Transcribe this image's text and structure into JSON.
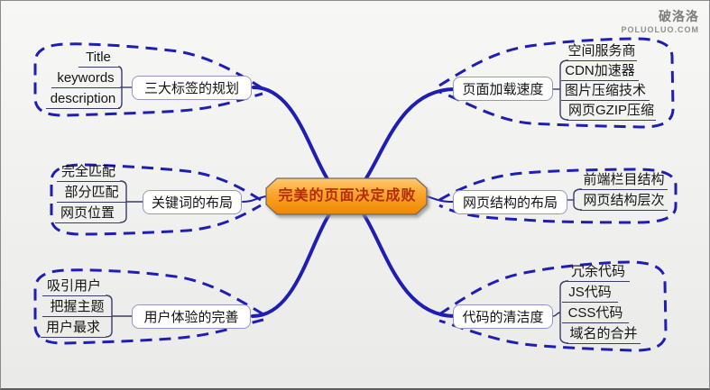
{
  "watermark": {
    "title": "破洛洛",
    "site": "POLUOLUO.COM"
  },
  "central_topic": {
    "label": "完美的页面决定成败"
  },
  "branches": [
    {
      "id": "top-left",
      "label": "三大标签的规划",
      "children": [
        "Title",
        "keywords",
        "description"
      ]
    },
    {
      "id": "mid-left",
      "label": "关键词的布局",
      "children": [
        "完全匹配",
        "部分匹配",
        "网页位置"
      ]
    },
    {
      "id": "bottom-left",
      "label": "用户体验的完善",
      "children": [
        "吸引用户",
        "把握主题",
        "用户最求"
      ]
    },
    {
      "id": "top-right",
      "label": "页面加载速度",
      "children": [
        "空间服务商",
        "CDN加速器",
        "图片压缩技术",
        "网页GZIP压缩"
      ]
    },
    {
      "id": "mid-right",
      "label": "网页结构的布局",
      "children": [
        "前端栏目结构",
        "网页结构层次"
      ]
    },
    {
      "id": "bottom-right",
      "label": "代码的清洁度",
      "children": [
        "冗余代码",
        "JS代码",
        "CSS代码",
        "域名的合并"
      ]
    }
  ],
  "colors": {
    "connector_blue": "#1e1eb4",
    "line_dark": "#3a3a6b",
    "topic_border": "#9596c8",
    "central_text": "#b32d00",
    "central_fill_top": "#ffca70",
    "central_fill_mid": "#fba32a",
    "central_fill_bottom": "#ee8800",
    "central_stroke": "#6a6a6a"
  }
}
